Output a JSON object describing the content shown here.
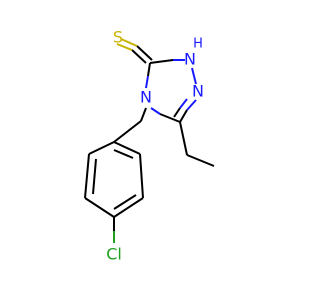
{
  "molecule": {
    "atoms": {
      "sulfur": "S",
      "nitrogen_nh": "N",
      "hydrogen_nh": "H",
      "nitrogen_ring_right": "N",
      "nitrogen_ring_left": "N",
      "chlorine": "Cl"
    },
    "colors": {
      "sulfur": "#c8b400",
      "nitrogen": "#1a1aff",
      "chlorine": "#1fa01f",
      "carbon_bond": "#000000"
    }
  }
}
